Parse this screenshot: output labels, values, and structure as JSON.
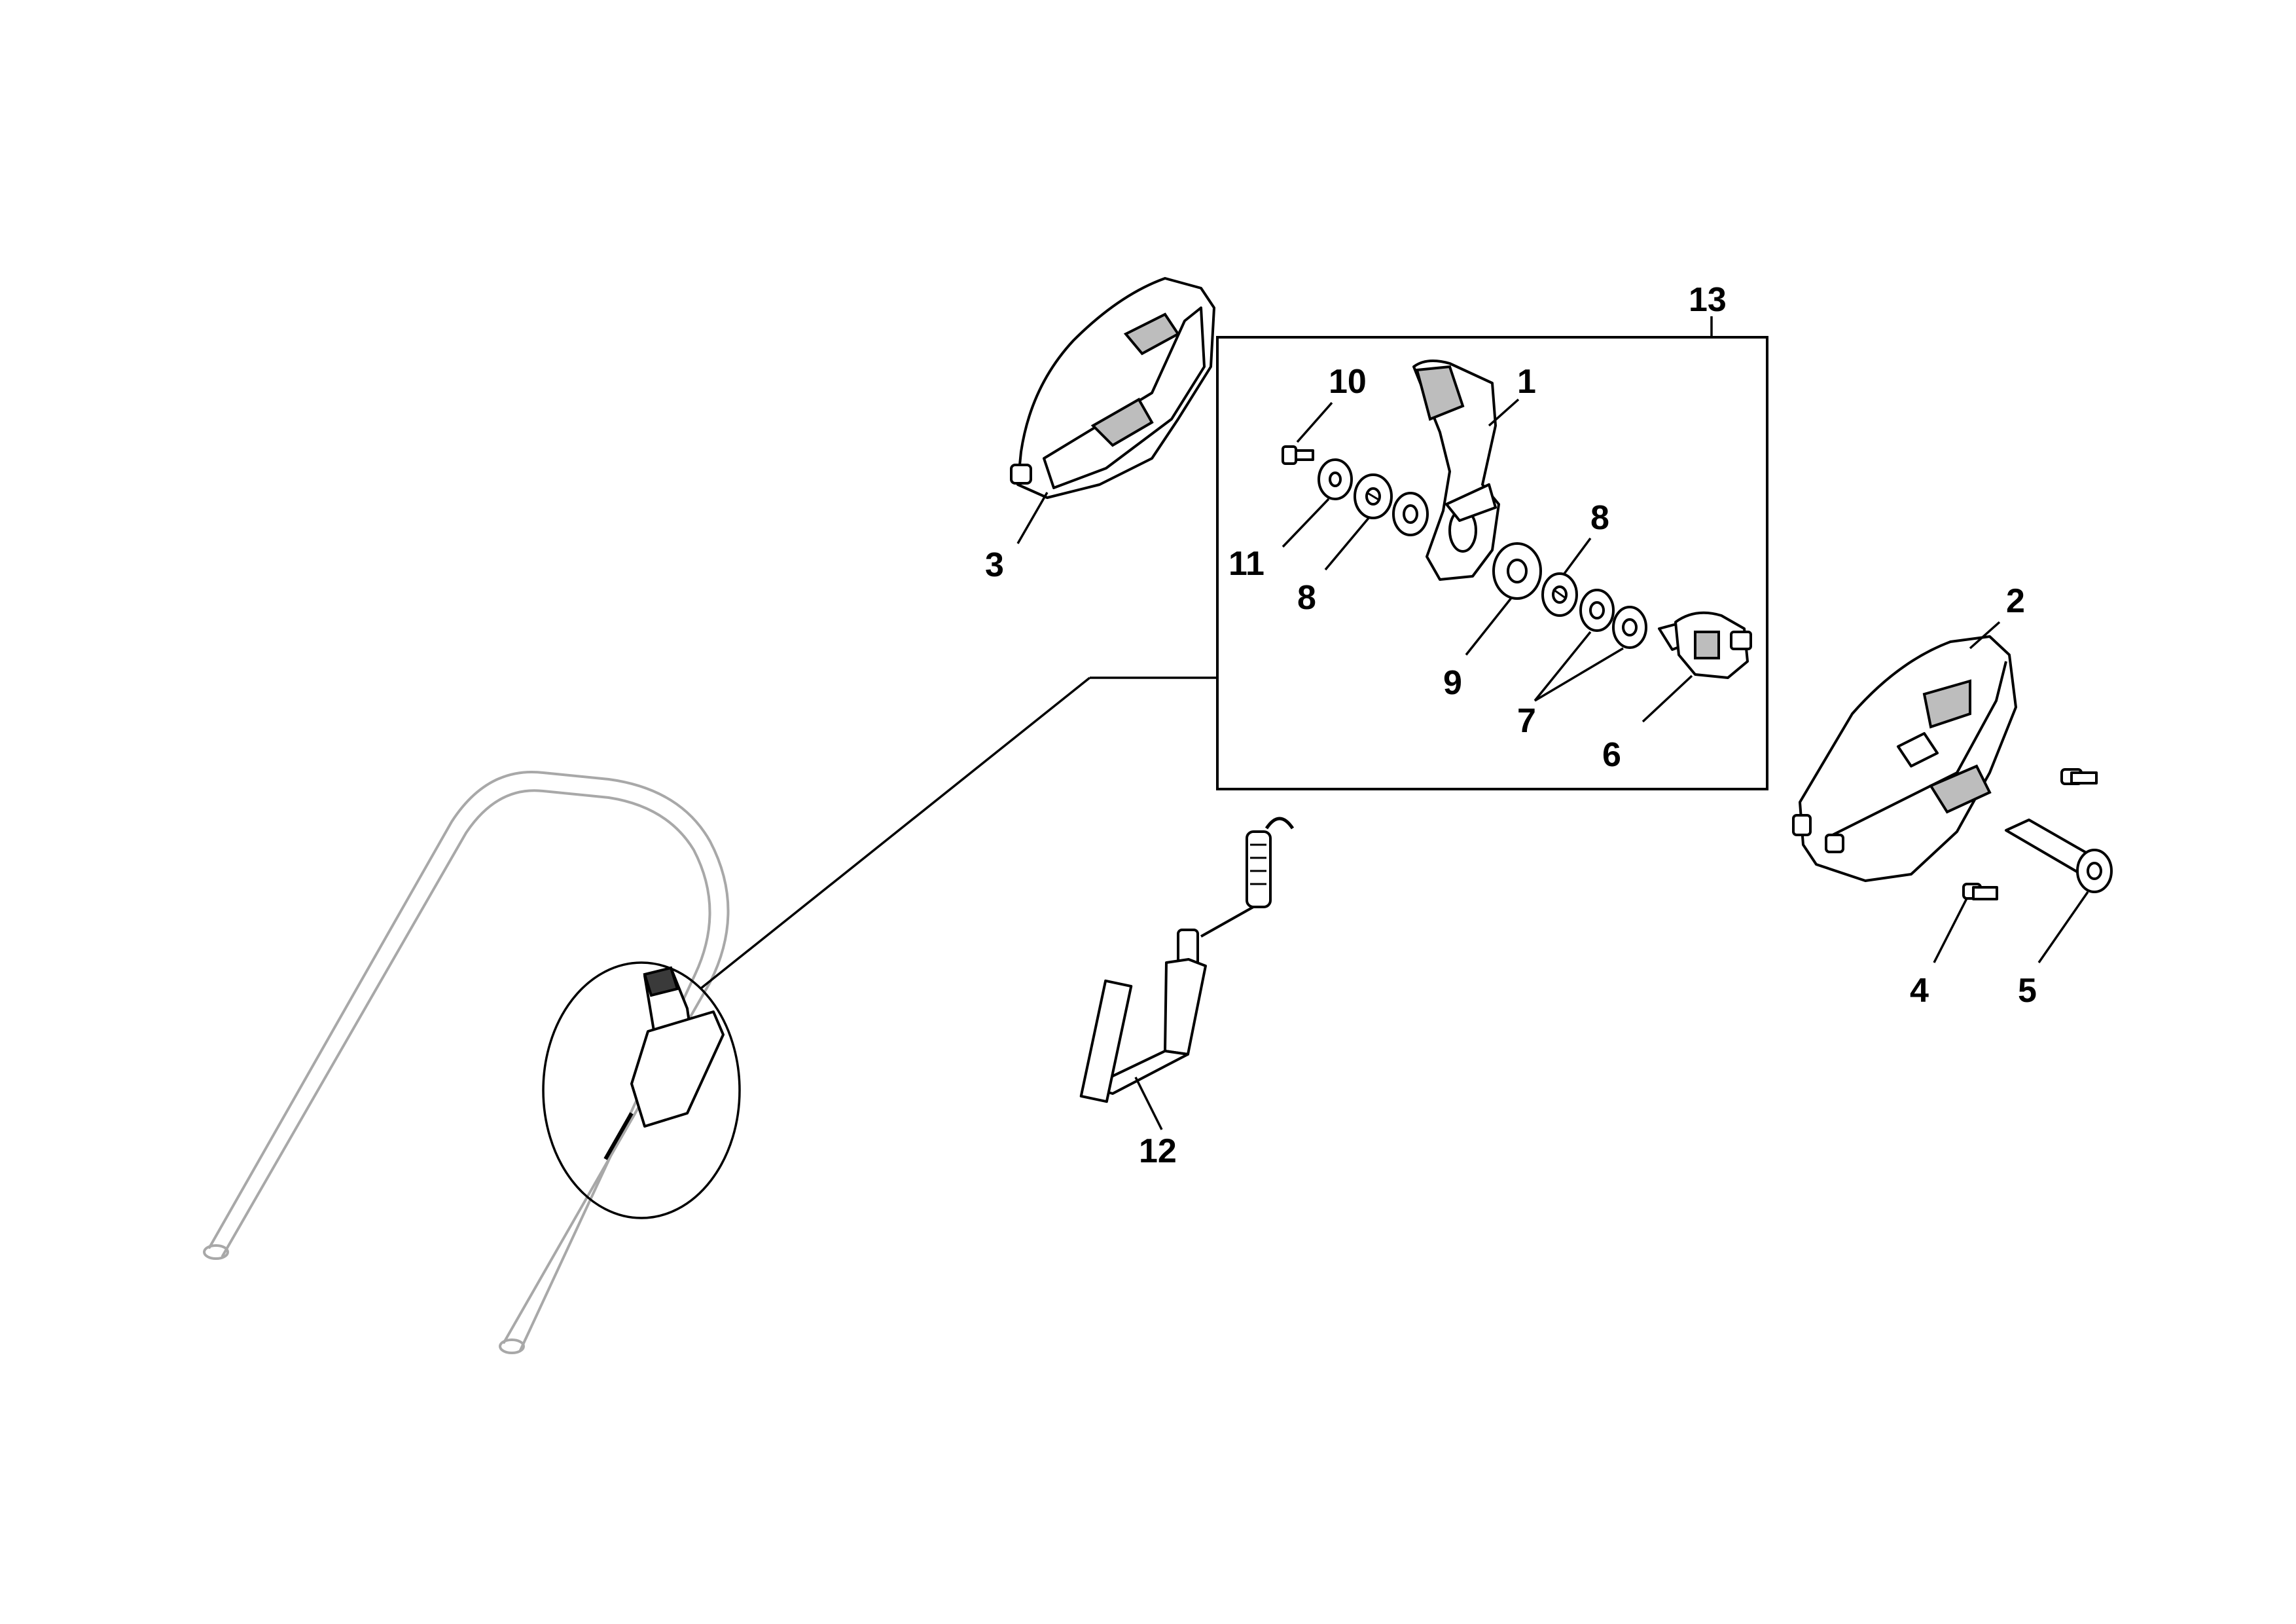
{
  "diagram": {
    "callouts": {
      "n1": "1",
      "n2": "2",
      "n3": "3",
      "n4": "4",
      "n5": "5",
      "n6": "6",
      "n7": "7",
      "n8a": "8",
      "n8b": "8",
      "n9": "9",
      "n10": "10",
      "n11": "11",
      "n12": "12",
      "n13": "13"
    }
  }
}
